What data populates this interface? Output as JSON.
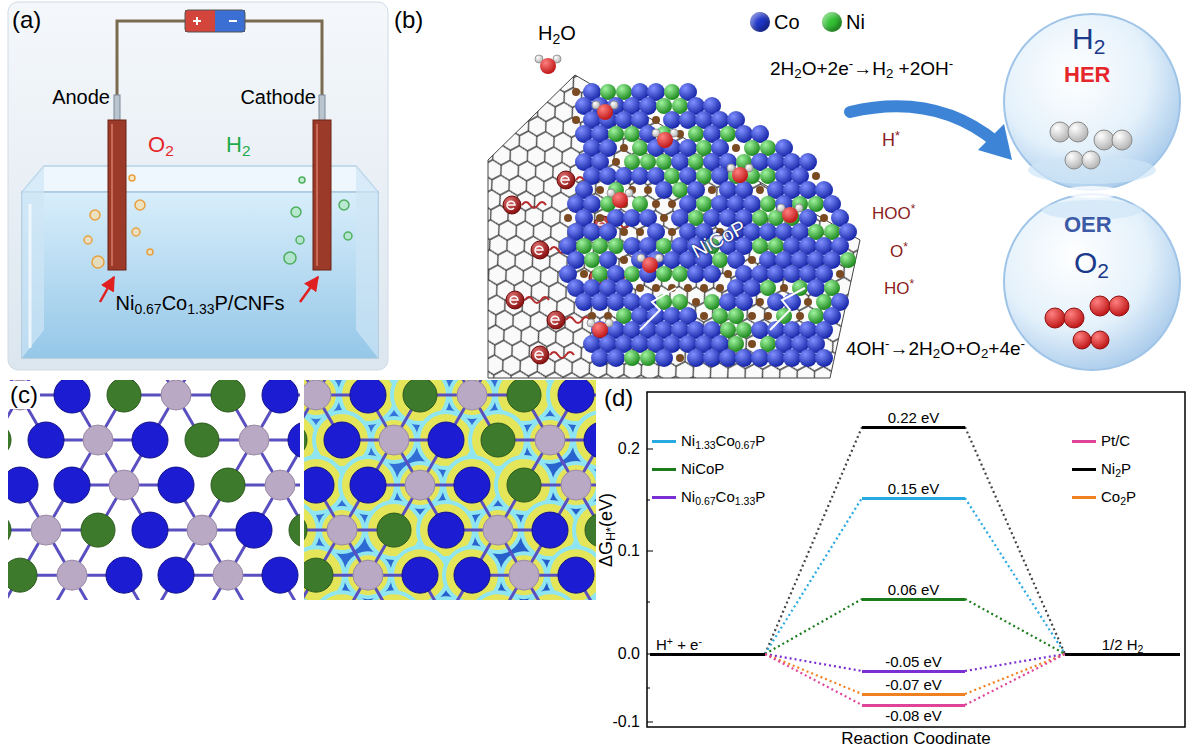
{
  "diagram": {
    "nodes": [
      {
        "text": [
          "(a)"
        ]
      },
      {
        "text": [
          "(b)"
        ]
      },
      {
        "text": [
          "(c)"
        ]
      },
      {
        "text": [
          "(d)"
        ]
      },
      {
        "text": [
          "H+ + e-"
        ],
        "in": 3
      },
      {
        "text": [
          "0.22 eV"
        ],
        "in": 3
      },
      {
        "text": [
          "0.15 eV"
        ],
        "in": 3
      },
      {
        "text": [
          "0.06 eV"
        ],
        "in": 3
      },
      {
        "text": [
          "-0.05 eV"
        ],
        "in": 3
      },
      {
        "text": [
          "-0.07 eV"
        ],
        "in": 3
      },
      {
        "text": [
          "-0.08 eV"
        ],
        "in": 3
      },
      {
        "text": [
          "1/2 H2"
        ],
        "in": 3
      }
    ],
    "edges": [
      {
        "from": 4,
        "to": 5,
        "arrow": "none"
      },
      {
        "from": 4,
        "to": 6,
        "arrow": "none"
      },
      {
        "from": 4,
        "to": 7,
        "arrow": "none"
      },
      {
        "from": 4,
        "to": 8,
        "arrow": "none"
      },
      {
        "from": 4,
        "to": 9,
        "arrow": "none"
      },
      {
        "from": 4,
        "to": 10,
        "arrow": "none"
      },
      {
        "from": 5,
        "to": 11,
        "arrow": "none"
      },
      {
        "from": 6,
        "to": 11,
        "arrow": "none"
      },
      {
        "from": 7,
        "to": 11,
        "arrow": "none"
      },
      {
        "from": 8,
        "to": 11,
        "arrow": "none"
      },
      {
        "from": 9,
        "to": 11,
        "arrow": "none"
      },
      {
        "from": 10,
        "to": 11,
        "arrow": "none"
      }
    ],
    "labels": [
      "Anode",
      "Cathode",
      "O2",
      "H2",
      "Ni0.67Co1.33P/CNFs",
      "H2O",
      "2H2O+2e-→H2 +2OH-",
      "H*",
      "HOO*",
      "O*",
      "HO*",
      "4OH-→2H2O+O2+4e-",
      "H2",
      "HER",
      "OER",
      "O2",
      "NiCoP",
      "ΔGH*(eV)",
      "0.2",
      "0.1",
      "0.0",
      "-0.1",
      "Reaction Coodinate"
    ],
    "legend": [
      {
        "text": "Co",
        "color": "#1f35c8"
      },
      {
        "text": "Ni",
        "color": "#33c233"
      },
      {
        "text": "Ni1.33Co0.67P",
        "color": "#29a9e1"
      },
      {
        "text": "NiCoP",
        "color": "#1c7c1c"
      },
      {
        "text": "Ni0.67Co1.33P",
        "color": "#7b2fd3"
      },
      {
        "text": "Pt/C",
        "color": "#e0449a"
      },
      {
        "text": "Ni2P",
        "color": "#000000"
      },
      {
        "text": "Co2P",
        "color": "#f08020"
      }
    ]
  }
}
